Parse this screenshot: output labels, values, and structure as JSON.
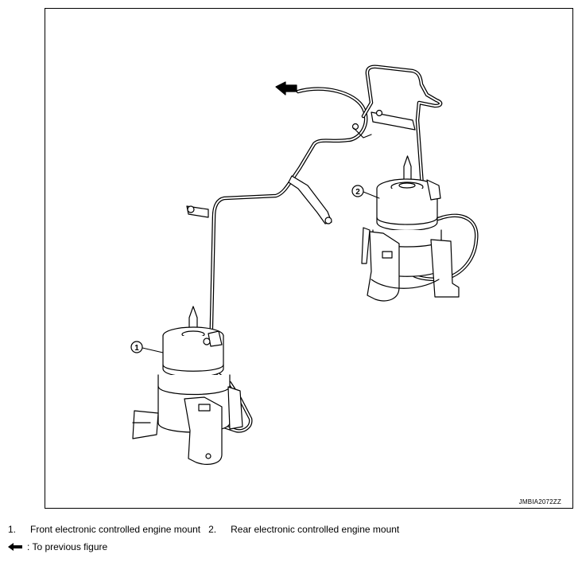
{
  "figure": {
    "id": "JMBIA2072ZZ",
    "callout_1": "1",
    "callout_2": "2"
  },
  "legend": {
    "items": [
      {
        "number": "1.",
        "label": "Front electronic controlled engine mount"
      },
      {
        "number": "2.",
        "label": "Rear electronic controlled engine mount"
      }
    ],
    "arrow_label": ": To previous figure"
  }
}
